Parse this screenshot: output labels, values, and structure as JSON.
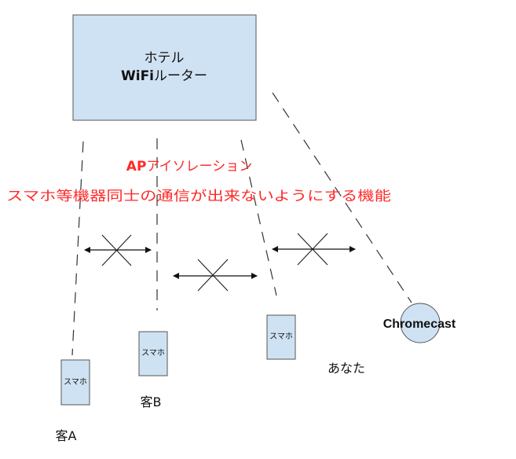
{
  "colors": {
    "device_fill": "#cfe2f3",
    "device_stroke": "#555555",
    "ap_text": "#ff2a2a",
    "line": "#333333"
  },
  "router": {
    "line1": "ホテル",
    "line2_bold": "WiFi",
    "line2_rest": "ルーター"
  },
  "ap_isolation": {
    "title_bold": "AP",
    "title_rest": "アイソレーション",
    "description": "スマホ等機器同士の通信が出来ないようにする機能"
  },
  "devices": {
    "phone_a": {
      "screen_label": "スマホ",
      "caption": "客A"
    },
    "phone_b": {
      "screen_label": "スマホ",
      "caption": "客B"
    },
    "phone_you": {
      "screen_label": "スマホ",
      "caption": "あなた"
    },
    "chromecast": {
      "label": "Chromecast"
    }
  },
  "icons": {
    "blocked_link": "cross-icon",
    "arrows": "double-arrow-icon"
  }
}
